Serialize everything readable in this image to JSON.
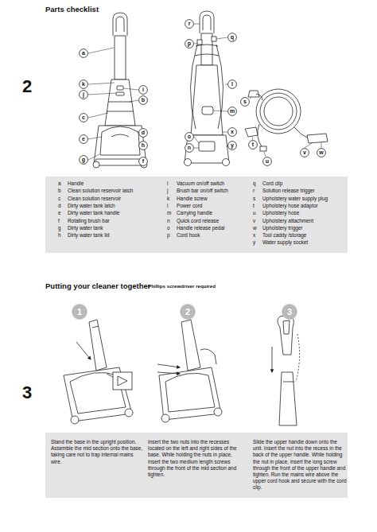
{
  "diagram": {
    "nodes": [
      {
        "text": [
          "a"
        ]
      },
      {
        "text": [
          "k"
        ]
      },
      {
        "text": [
          "i"
        ]
      },
      {
        "text": [
          "j"
        ]
      },
      {
        "text": [
          "b"
        ]
      },
      {
        "text": [
          "c"
        ]
      },
      {
        "text": [
          "d"
        ]
      },
      {
        "text": [
          "e"
        ]
      },
      {
        "text": [
          "h"
        ]
      },
      {
        "text": [
          "g"
        ]
      },
      {
        "text": [
          "f"
        ]
      },
      {
        "text": [
          "r"
        ]
      },
      {
        "text": [
          "q"
        ]
      },
      {
        "text": [
          "p"
        ]
      },
      {
        "text": [
          "l"
        ]
      },
      {
        "text": [
          "s"
        ]
      },
      {
        "text": [
          "m"
        ]
      },
      {
        "text": [
          "x"
        ]
      },
      {
        "text": [
          "o"
        ]
      },
      {
        "text": [
          "y"
        ]
      },
      {
        "text": [
          "t"
        ]
      },
      {
        "text": [
          "n"
        ]
      },
      {
        "text": [
          "v"
        ]
      },
      {
        "text": [
          "w"
        ]
      },
      {
        "text": [
          "u"
        ]
      },
      {
        "text": [
          "a",
          "Handle",
          "b",
          "Clean solution reservoir latch",
          "c",
          "Clean solution reservoir",
          "d",
          "Dirty water tank latch",
          "e",
          "Dirty water tank handle",
          "f",
          "Rotating brush bar",
          "g",
          "Dirty water tank",
          "h",
          "Dirty water tank lid",
          "i",
          "Vacuum on/off switch",
          "j",
          "Brush bar on/off switch",
          "k",
          "Handle screw",
          "l",
          "Power cord",
          "m",
          "Carrying handle",
          "n",
          "Quick cord release",
          "o",
          "Handle release pedal",
          "p",
          "Cord hook",
          "q",
          "Cord clip",
          "r",
          "Solution release trigger",
          "s",
          "Upholstery water supply plug",
          "t",
          "Upholstery hose adaptor",
          "u",
          "Upholstery hose",
          "v",
          "Upholstery attachment",
          "w",
          "Upholstery trigger",
          "x",
          "Tool caddy /storage",
          "y",
          "Water supply socket"
        ]
      },
      {
        "text": [
          "1"
        ]
      },
      {
        "text": [
          "2"
        ]
      },
      {
        "text": [
          "3"
        ]
      },
      {
        "text": [
          "Stand the base in the upright position. Assemble the mid section onto the base, taking care not to trap internal mains wire.",
          "Insert the two nuts into the recesses located on the left and right sides of the base. While holding the nuts in place, insert the two medium length screws through the front of the mid section and tighten.",
          "Slide the upper handle down onto the unit. Insert the nut into the recess in the back of the upper handle. While holding the nut in place, insert the long screw through the front of the upper handle and tighten. Run the mains wire above the upper cord hook and secure with the cord clip."
        ]
      }
    ],
    "labels": [
      "Parts checklist",
      "2",
      "Putting your cleaner together",
      "Phillips screwdriver required",
      "3"
    ]
  }
}
